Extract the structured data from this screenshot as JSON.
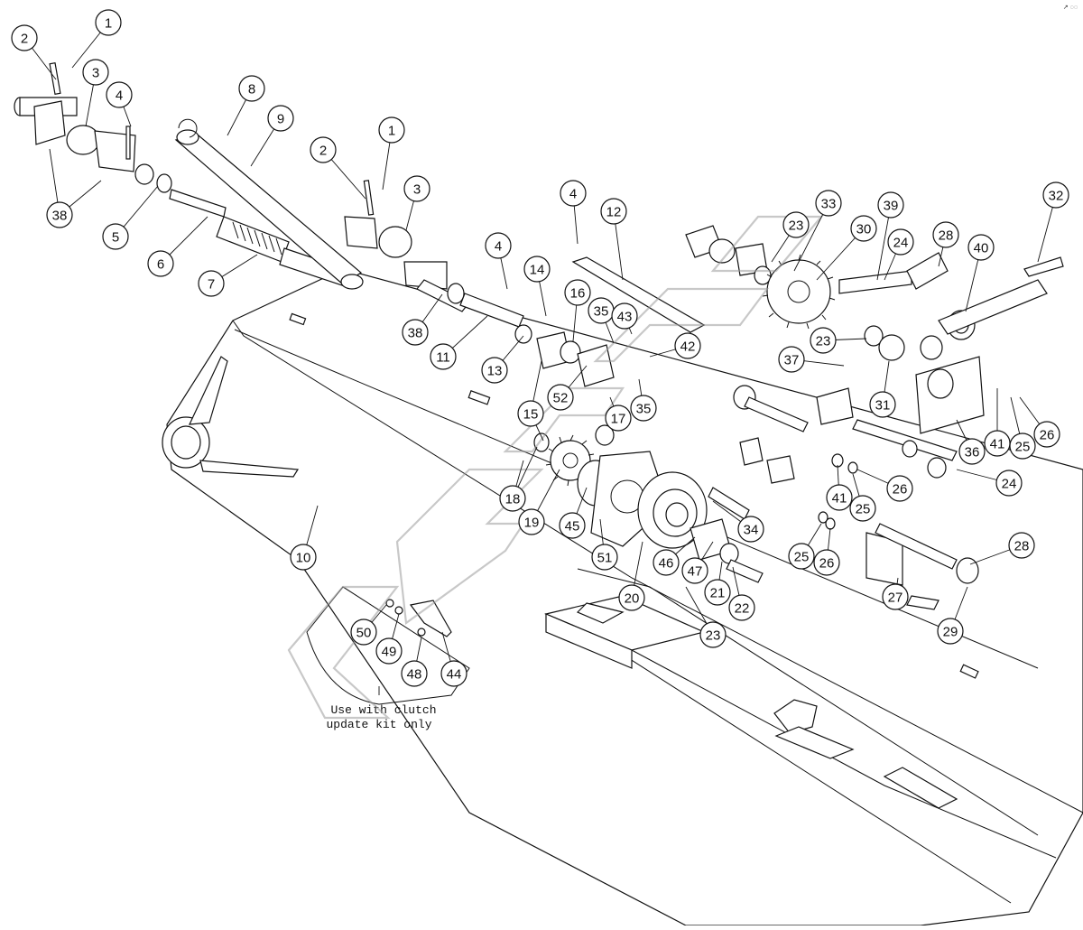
{
  "diagram": {
    "callouts": [
      {
        "id": "c1a",
        "label": "1"
      },
      {
        "id": "c2a",
        "label": "2"
      },
      {
        "id": "c3a",
        "label": "3"
      },
      {
        "id": "c4a",
        "label": "4"
      },
      {
        "id": "c38a",
        "label": "38"
      },
      {
        "id": "c5",
        "label": "5"
      },
      {
        "id": "c6",
        "label": "6"
      },
      {
        "id": "c7",
        "label": "7"
      },
      {
        "id": "c8",
        "label": "8"
      },
      {
        "id": "c9",
        "label": "9"
      },
      {
        "id": "c1b",
        "label": "1"
      },
      {
        "id": "c2b",
        "label": "2"
      },
      {
        "id": "c3b",
        "label": "3"
      },
      {
        "id": "c38b",
        "label": "38"
      },
      {
        "id": "c11",
        "label": "11"
      },
      {
        "id": "c4b",
        "label": "4"
      },
      {
        "id": "c4c",
        "label": "4"
      },
      {
        "id": "c12",
        "label": "12"
      },
      {
        "id": "c13",
        "label": "13"
      },
      {
        "id": "c14",
        "label": "14"
      },
      {
        "id": "c16",
        "label": "16"
      },
      {
        "id": "c35a",
        "label": "35"
      },
      {
        "id": "c43",
        "label": "43"
      },
      {
        "id": "c42",
        "label": "42"
      },
      {
        "id": "c52",
        "label": "52"
      },
      {
        "id": "c15",
        "label": "15"
      },
      {
        "id": "c17",
        "label": "17"
      },
      {
        "id": "c35b",
        "label": "35"
      },
      {
        "id": "c18",
        "label": "18"
      },
      {
        "id": "c19",
        "label": "19"
      },
      {
        "id": "c45",
        "label": "45"
      },
      {
        "id": "c51",
        "label": "51"
      },
      {
        "id": "c20",
        "label": "20"
      },
      {
        "id": "c46",
        "label": "46"
      },
      {
        "id": "c47",
        "label": "47"
      },
      {
        "id": "c34",
        "label": "34"
      },
      {
        "id": "c21",
        "label": "21"
      },
      {
        "id": "c22",
        "label": "22"
      },
      {
        "id": "c23a",
        "label": "23"
      },
      {
        "id": "c10",
        "label": "10"
      },
      {
        "id": "c23b",
        "label": "23"
      },
      {
        "id": "c33",
        "label": "33"
      },
      {
        "id": "c30",
        "label": "30"
      },
      {
        "id": "c39",
        "label": "39"
      },
      {
        "id": "c24a",
        "label": "24"
      },
      {
        "id": "c28a",
        "label": "28"
      },
      {
        "id": "c40",
        "label": "40"
      },
      {
        "id": "c32",
        "label": "32"
      },
      {
        "id": "c23c",
        "label": "23"
      },
      {
        "id": "c37",
        "label": "37"
      },
      {
        "id": "c31",
        "label": "31"
      },
      {
        "id": "c36",
        "label": "36"
      },
      {
        "id": "c41a",
        "label": "41"
      },
      {
        "id": "c25a",
        "label": "25"
      },
      {
        "id": "c26a",
        "label": "26"
      },
      {
        "id": "c24b",
        "label": "24"
      },
      {
        "id": "c41b",
        "label": "41"
      },
      {
        "id": "c26b",
        "label": "26"
      },
      {
        "id": "c25b",
        "label": "25"
      },
      {
        "id": "c25c",
        "label": "25"
      },
      {
        "id": "c26c",
        "label": "26"
      },
      {
        "id": "c28b",
        "label": "28"
      },
      {
        "id": "c27",
        "label": "27"
      },
      {
        "id": "c29",
        "label": "29"
      },
      {
        "id": "c50",
        "label": "50"
      },
      {
        "id": "c49",
        "label": "49"
      },
      {
        "id": "c48",
        "label": "48"
      },
      {
        "id": "c44",
        "label": "44"
      }
    ],
    "note_line1": "Use with clutch",
    "note_line2": "update kit only",
    "corner_mark": "↗ ◌◌"
  }
}
